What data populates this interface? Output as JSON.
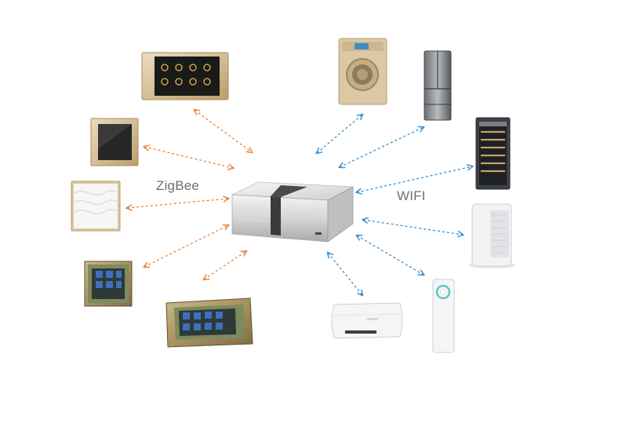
{
  "labels": {
    "zigbee": "ZigBee",
    "wifi": "WIFI"
  },
  "colors": {
    "zigbee_link": "#e8843a",
    "wifi_link": "#3a8fd0",
    "label_text": "#6e6e6e"
  },
  "zigbee_devices": [
    {
      "id": "touch-screen-panel",
      "icon": "gold-touchscreen-icon"
    },
    {
      "id": "single-gang-switch",
      "icon": "black-glass-switch-icon"
    },
    {
      "id": "wave-glass-switch",
      "icon": "white-wave-switch-icon"
    },
    {
      "id": "scene-keypad-small",
      "icon": "six-key-scene-panel-icon"
    },
    {
      "id": "scene-keypad-large",
      "icon": "eight-key-scene-panel-icon"
    }
  ],
  "wifi_devices": [
    {
      "id": "washing-machine",
      "icon": "washing-machine-icon"
    },
    {
      "id": "refrigerator",
      "icon": "refrigerator-icon"
    },
    {
      "id": "wine-cooler",
      "icon": "wine-cooler-icon"
    },
    {
      "id": "air-purifier",
      "icon": "air-purifier-icon"
    },
    {
      "id": "remote-controller",
      "icon": "remote-control-icon"
    },
    {
      "id": "water-heater",
      "icon": "water-heater-icon"
    }
  ],
  "hub": {
    "icon": "smart-home-gateway-icon"
  }
}
